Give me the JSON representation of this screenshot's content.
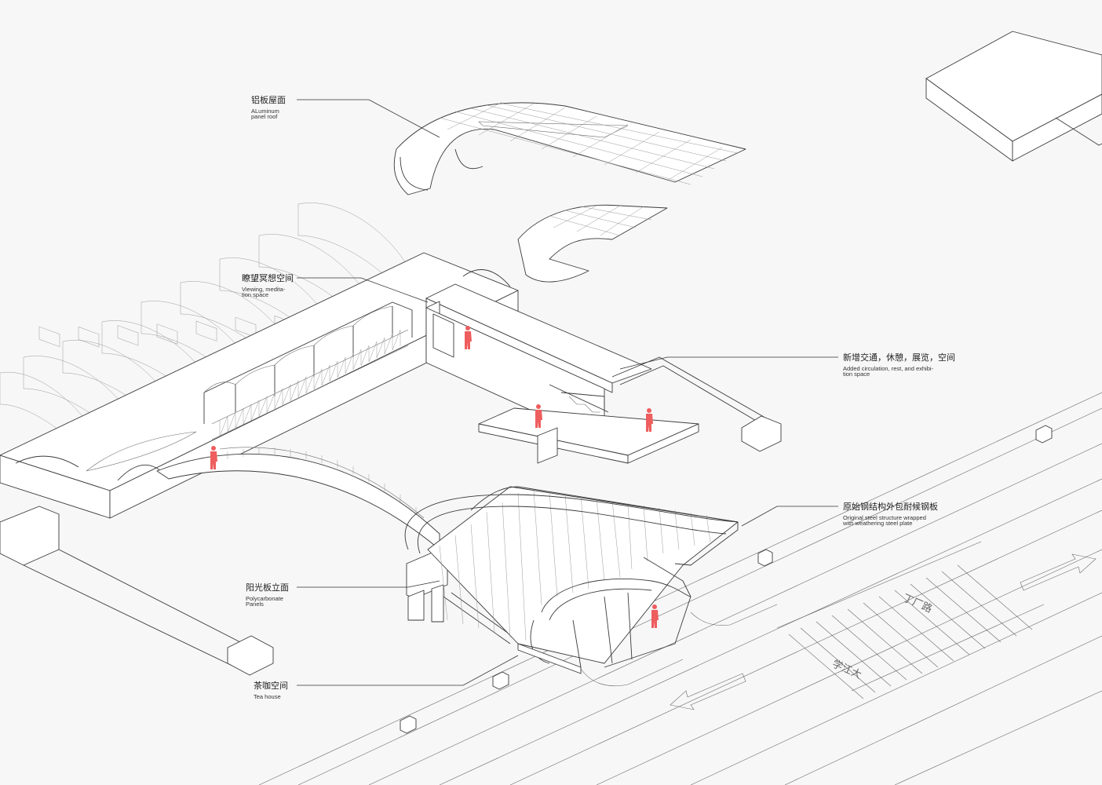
{
  "labels": [
    {
      "key": "roof",
      "zh": "铝板屋面",
      "en": [
        "ALuminum",
        "panel roof"
      ]
    },
    {
      "key": "viewing",
      "zh": "瞭望冥想空间",
      "en": [
        "Viewing, medita-",
        "tion space"
      ]
    },
    {
      "key": "circulation",
      "zh": "新增交通，休憩，展览，空间",
      "en": [
        "Added circulation, rest, and exhibi-",
        "tion space"
      ]
    },
    {
      "key": "steel",
      "zh": "原始钢结构外包耐候钢板",
      "en": [
        "Original steel structure wrapped",
        "with weathering steel plate"
      ]
    },
    {
      "key": "facade",
      "zh": "阳光板立面",
      "en": [
        "Polycarbonate",
        "Panels"
      ]
    },
    {
      "key": "tea",
      "zh": "茶咖空间",
      "en": [
        "Tea house"
      ]
    }
  ],
  "road_markings": {
    "upper": "丁厂路",
    "lower": "学江大"
  },
  "colors": {
    "line": "#3a3a3a",
    "figure": "#ee5e5e",
    "background": "#f7f7f7"
  }
}
